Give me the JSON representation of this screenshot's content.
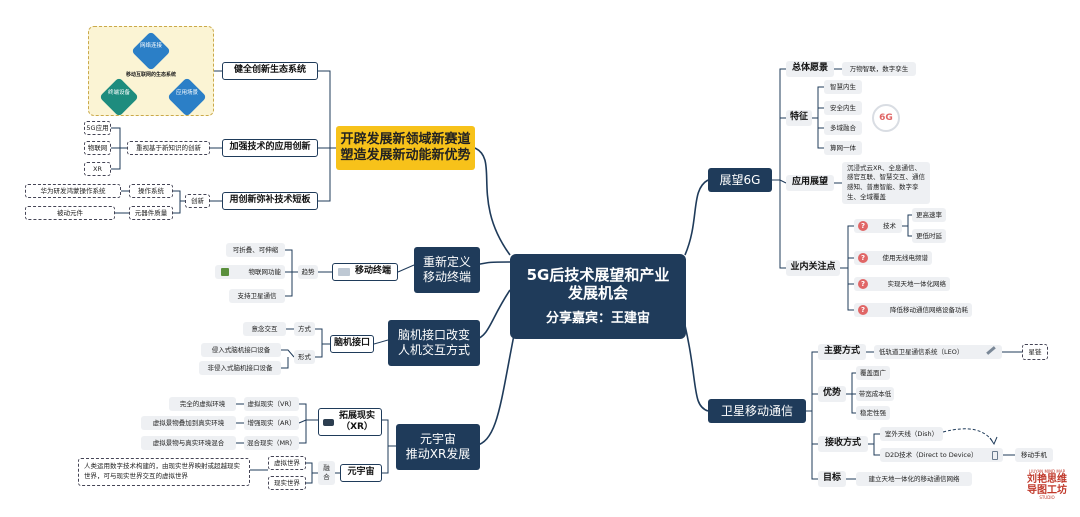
{
  "center": {
    "title_line1": "5G后技术展望和产业",
    "title_line2": "发展机会",
    "speaker": "分享嘉宾：王建宙"
  },
  "left": {
    "b1": {
      "line1": "开辟发展新领域新赛道",
      "line2": "塑造发展新动能新优势"
    },
    "eco": {
      "label": "健全创新生态系统",
      "diagram_title": "移动互联网的生态系统",
      "nodes": [
        "网络连接",
        "终端设备",
        "应用场景"
      ]
    },
    "apply": {
      "label": "加强技术的应用创新",
      "detail": "重视基于新知识的创新",
      "items": [
        "5G应用",
        "物联网",
        "XR"
      ]
    },
    "gap": {
      "label": "用创新弥补技术短板",
      "tag": "创新",
      "sys": "操作系统",
      "parts": "元器件质量",
      "sys_detail": "华为研发鸿蒙操作系统",
      "parts_detail": "被动元件"
    },
    "b2": {
      "line1": "重新定义",
      "line2": "移动终端"
    },
    "mobile": {
      "label": "移动终端",
      "trend": "趋势",
      "items": [
        "可折叠、可伸缩",
        "物联网功能",
        "支持卫星通信"
      ]
    },
    "b3": {
      "line1": "脑机接口改变",
      "line2": "人机交互方式"
    },
    "bci": {
      "label": "脑机接口",
      "mode": "方式",
      "form": "形式",
      "mode_item": "意念交互",
      "form_items": [
        "侵入式脑机接口设备",
        "非侵入式脑机接口设备"
      ]
    },
    "b4": {
      "line1": "元宇宙",
      "line2": "推动XR发展"
    },
    "xr": {
      "line1": "拓展现实",
      "line2": "（XR）",
      "types": [
        "虚拟现实（VR）",
        "增强现实（AR）",
        "混合现实（MR）"
      ],
      "descs": [
        "完全的虚拟环境",
        "虚拟景物叠加到真实环境",
        "虚拟景物与真实环境混合"
      ]
    },
    "meta": {
      "label": "元宇宙",
      "fuse": "融合",
      "worlds": [
        "虚拟世界",
        "现实世界"
      ],
      "desc": "人类运用数字技术构建的，由现实世界映射或超越现实世界，可与现实世界交互的虚拟世界"
    }
  },
  "right": {
    "b1": {
      "label": "展望6G"
    },
    "vision": {
      "label": "总体愿景",
      "value": "万物智联，数字孪生"
    },
    "feature": {
      "label": "特征",
      "items": [
        "智慧内生",
        "安全内生",
        "多域融合",
        "算网一体"
      ],
      "badge": "6G"
    },
    "outlook": {
      "label": "应用展望",
      "value": "沉浸式云XR、全息通信、感官互联、智慧交互、通信感知、普惠智能、数字孪生、全域覆盖"
    },
    "focus": {
      "label": "业内关注点",
      "tech": "技术",
      "tech_items": [
        "更高速率",
        "更低时延"
      ],
      "items": [
        "使用无线电频谱",
        "实现天地一体化网络",
        "降低移动通信网络设备功耗"
      ],
      "mark": "?"
    },
    "b2": {
      "label": "卫星移动通信"
    },
    "main": {
      "label": "主要方式",
      "value": "低轨道卫星通信系统（LEO）",
      "extra": "星链"
    },
    "adv": {
      "label": "优势",
      "items": [
        "覆盖面广",
        "带宽成本低",
        "稳定性强"
      ]
    },
    "recv": {
      "label": "接收方式",
      "items": [
        "室外天线（Dish）",
        "D2D技术（Direct to Device）"
      ],
      "device": "移动手机"
    },
    "goal": {
      "label": "目标",
      "value": "建立天地一体化的移动通信网络"
    }
  },
  "logo": {
    "en": "LIUYAN MIND MAP",
    "line1": "刘艳思维",
    "line2": "导图工坊",
    "tag": "STUDIO"
  },
  "colors": {
    "navy": "#1f3b5a",
    "yellow": "#f7c21a",
    "teal": "#1e8c7e",
    "blue": "#2b7fc7",
    "red": "#c0392b"
  }
}
